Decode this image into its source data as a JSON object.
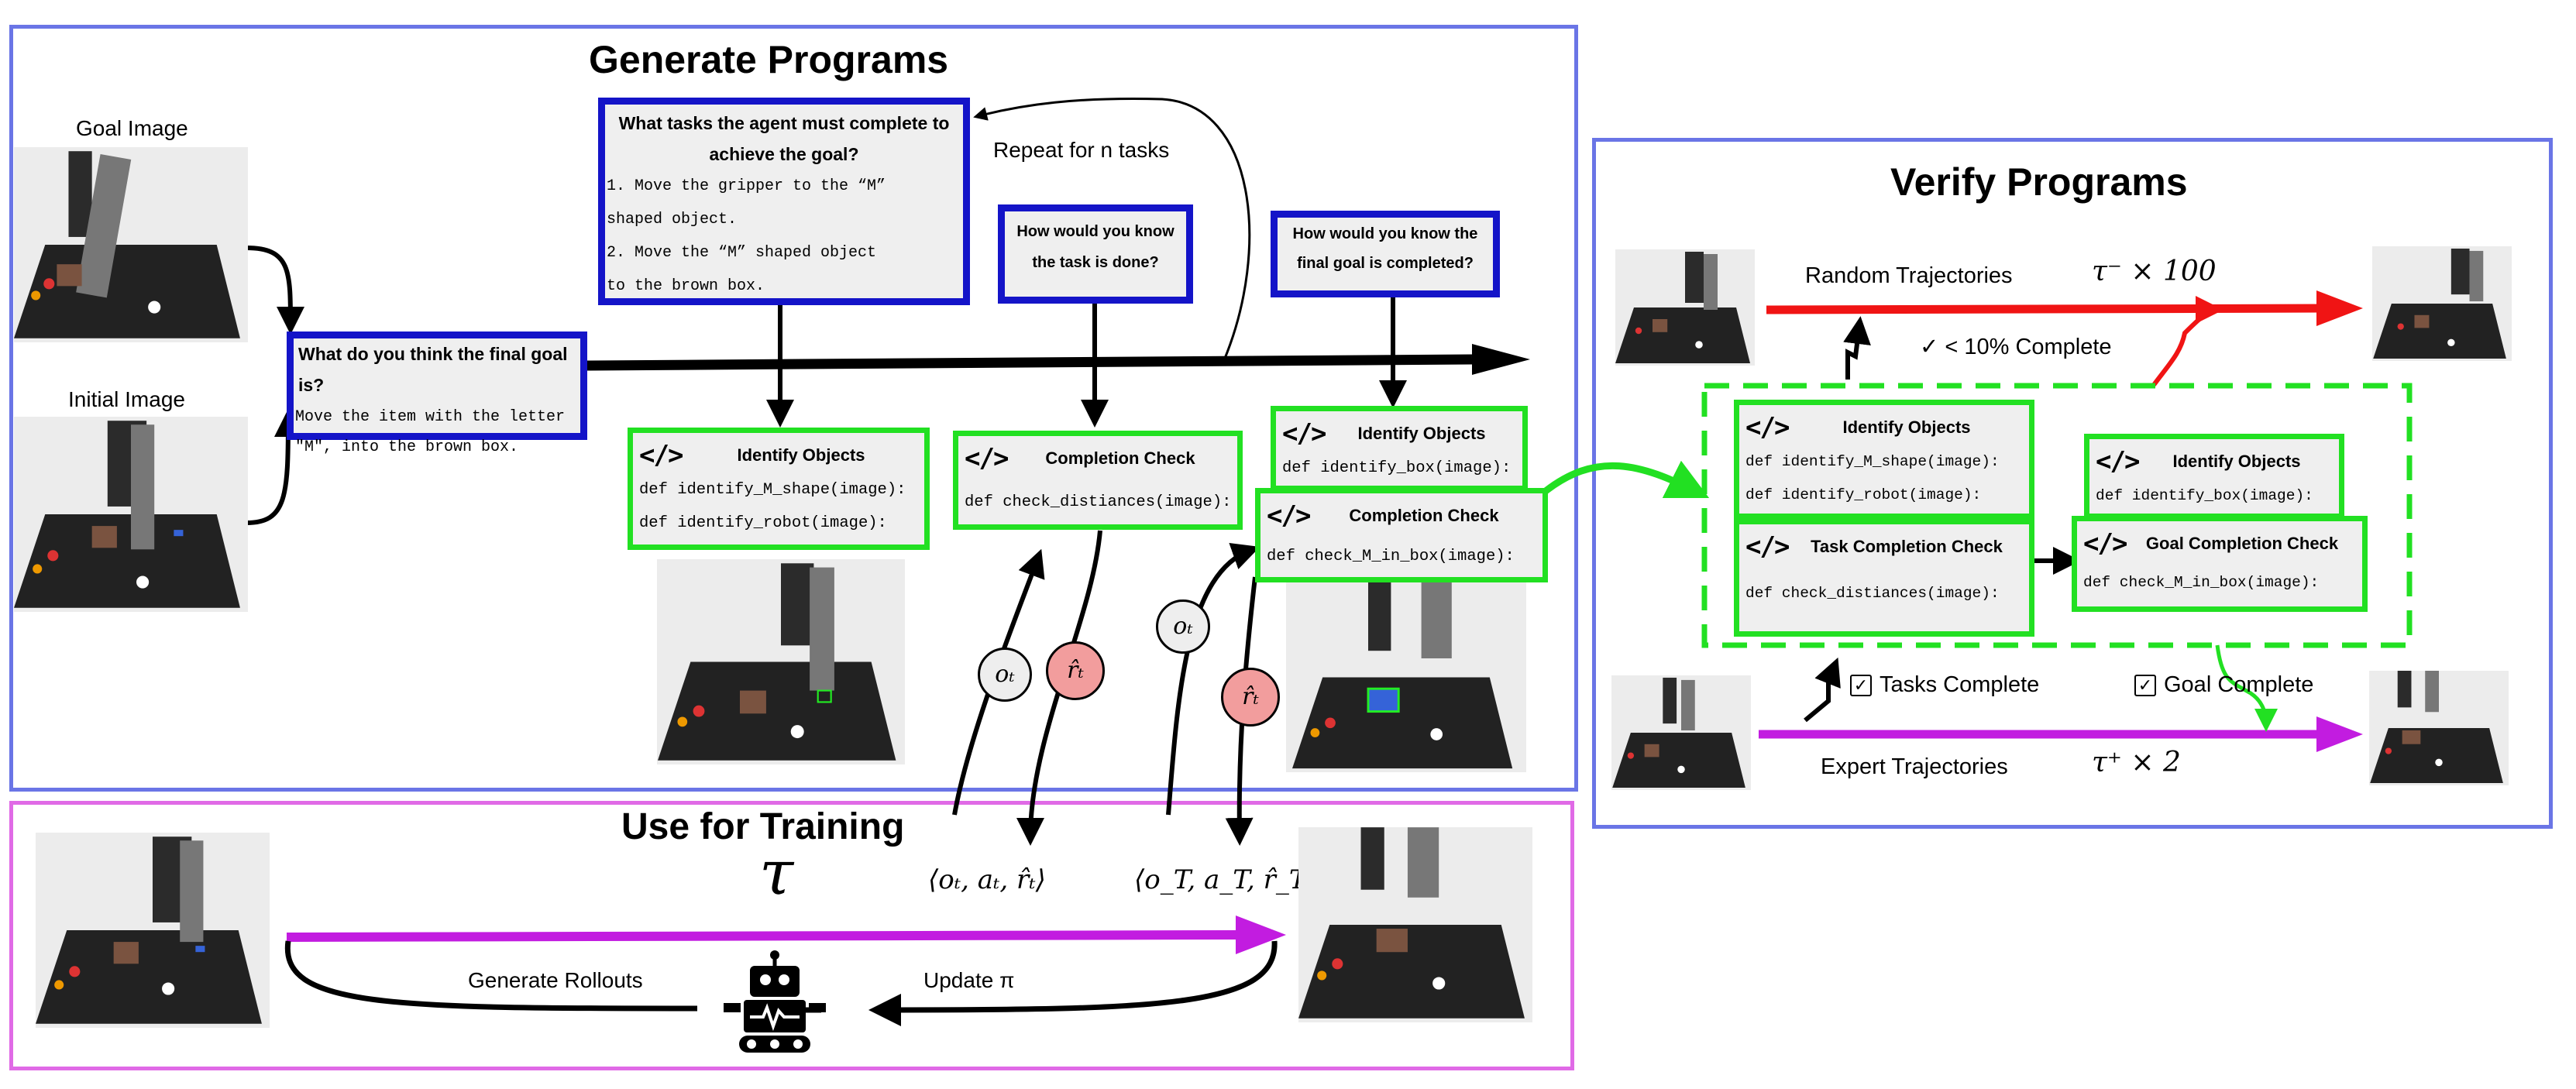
{
  "generate": {
    "title": "Generate Programs",
    "goal_image_label": "Goal Image",
    "initial_image_label": "Initial Image",
    "repeat_label": "Repeat for n tasks",
    "final_goal_question": "What do you think the final goal is?",
    "final_goal_answer_1": "Move the item with the letter",
    "final_goal_answer_2": "\"M\", into the brown box.",
    "tasks_question_1": "What tasks the agent must complete to",
    "tasks_question_2": "achieve the goal?",
    "tasks_answer": [
      "1. Move the gripper to the “M”",
      "shaped object.",
      "2. Move the “M” shaped object",
      "to the brown box."
    ],
    "task_done_question": [
      "How would you know",
      "the task is done?"
    ],
    "goal_done_question": [
      "How would you know the",
      "final goal is completed?"
    ],
    "identify_objects_1": {
      "name": "Identify Objects",
      "code": [
        "def identify_M_shape(image):",
        "def identify_robot(image):"
      ]
    },
    "completion_check_1": {
      "name": "Completion Check",
      "code": [
        "def check_distiances(image):"
      ]
    },
    "identify_objects_2": {
      "name": "Identify Objects",
      "code": [
        "def identify_box(image):"
      ]
    },
    "completion_check_2": {
      "name": "Completion Check",
      "code": [
        "def check_M_in_box(image):"
      ]
    }
  },
  "training": {
    "title": "Use for Training",
    "tau": "τ",
    "tuple_t": "⟨oₜ, aₜ, r̂ₜ⟩",
    "tuple_T": "⟨o_T, a_T, r̂_T⟩",
    "generate_rollouts": "Generate Rollouts",
    "update_pi": "Update π",
    "o_t": "oₜ",
    "r_t": "r̂ₜ"
  },
  "verify": {
    "title": "Verify Programs",
    "random_traj": "Random Trajectories",
    "random_count": "τ⁻ × 100",
    "random_complete": "✓ < 10% Complete",
    "expert_traj": "Expert Trajectories",
    "expert_count": "τ⁺ × 2",
    "tasks_complete": "Tasks Complete",
    "goal_complete": "Goal Complete",
    "identify_objects_a": {
      "name": "Identify Objects",
      "code": [
        "def identify_M_shape(image):",
        "def identify_robot(image):"
      ]
    },
    "task_completion": {
      "name": "Task Completion Check",
      "code": [
        "def check_distiances(image):"
      ]
    },
    "identify_objects_b": {
      "name": "Identify Objects",
      "code": [
        "def identify_box(image):"
      ]
    },
    "goal_completion": {
      "name": "Goal Completion Check",
      "code": [
        "def check_M_in_box(image):"
      ]
    }
  },
  "colors": {
    "generate_border": "#6a75e6",
    "training_border": "#e06ae6",
    "blue_box": "#1414c8",
    "green_box": "#22e022",
    "purple_arrow": "#c21ce0",
    "red_arrow": "#f01414"
  }
}
